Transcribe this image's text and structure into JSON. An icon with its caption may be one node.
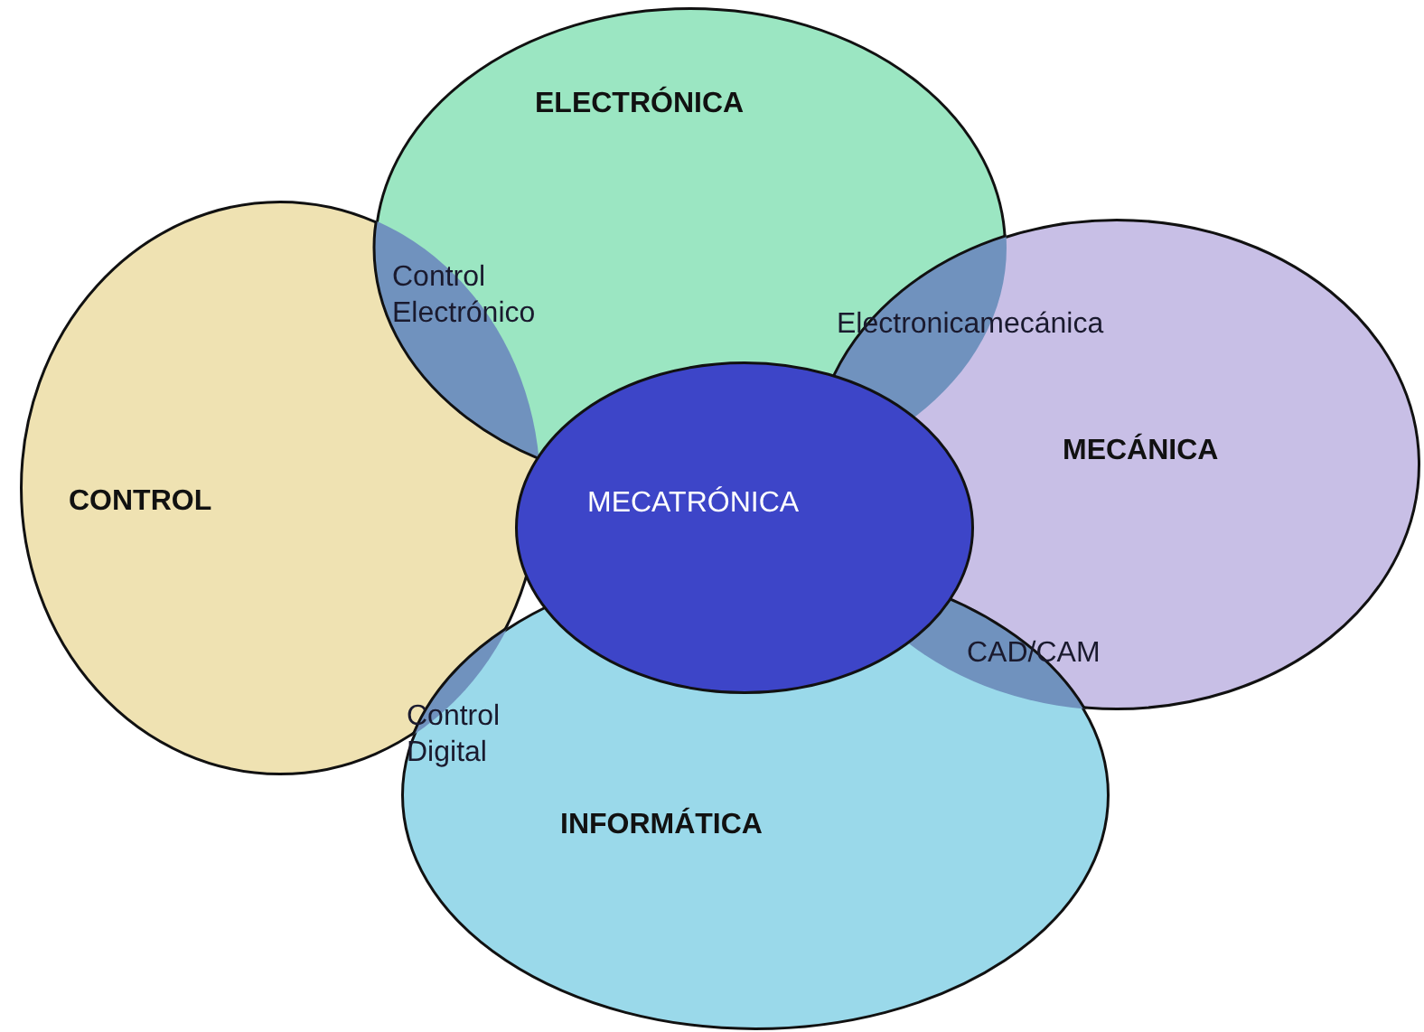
{
  "diagram": {
    "nodes": [
      {
        "text": [
          "CONTROL"
        ]
      },
      {
        "text": [
          "ELECTRÓNICA"
        ]
      },
      {
        "text": [
          "MECÁNICA"
        ]
      },
      {
        "text": [
          "INFORMÁTICA"
        ]
      },
      {
        "text": [
          "MECATRÓNICA"
        ]
      }
    ],
    "labels": [
      "Control Electrónico",
      "Electronicamecánica",
      "CAD/CAM",
      "Control Digital"
    ]
  }
}
